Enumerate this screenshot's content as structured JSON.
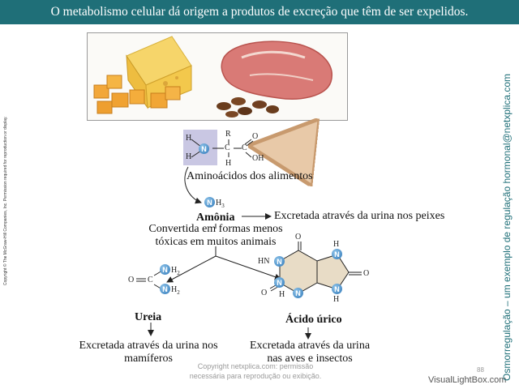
{
  "title": "O metabolismo celular dá origem a produtos de excreção que têm de ser expelidos.",
  "side_caption": "Osmorregulação – um exemplo de regulação hormonal@netxplica.com",
  "copyright_vertical": "Copyright © The McGraw-Hill Companies, Inc. Permission required for reproduction or display.",
  "amino": {
    "caption": "Aminoácidos dos alimentos",
    "atoms": {
      "h1": "H",
      "h2": "H",
      "n": "N",
      "r": "R",
      "c1": "C",
      "c2": "C",
      "h3": "H",
      "o": "O",
      "oh": "OH"
    }
  },
  "ammonia": {
    "name": "Amônia",
    "n": "N",
    "h3": "H",
    "sub": "3",
    "fish_text": "Excretada através da urina nos peixes",
    "converted_line1": "Convertida em formas menos",
    "converted_line2": "tóxicas em muitos animais"
  },
  "urea": {
    "name": "Ureia",
    "atoms": {
      "o": "O",
      "c": "C",
      "n1": "N",
      "n2": "N",
      "h2a": "H",
      "h2b": "H",
      "sub": "2"
    },
    "text_line1": "Excretada através da urina nos",
    "text_line2": "mamíferos"
  },
  "uric": {
    "name": "Ácido úrico",
    "atoms": {
      "o1": "O",
      "o2": "O",
      "o3": "O",
      "hn": "HN",
      "h1": "H",
      "h2": "H",
      "h3": "H",
      "n": "N"
    },
    "text_line1": "Excretada através da urina",
    "text_line2": "nas aves e insectos"
  },
  "watermark_line1": "Copyright netxplica.com: permissão",
  "watermark_line2": "necessária para reprodução ou exibição.",
  "page_number": "88",
  "visuallightbox": "VisualLightBox.com",
  "colors": {
    "title_bar": "#1f6f78",
    "nitrogen": "#2f78b8",
    "uric_ring": "#e8dcc6",
    "amino_highlight": "#c9c7e3"
  }
}
